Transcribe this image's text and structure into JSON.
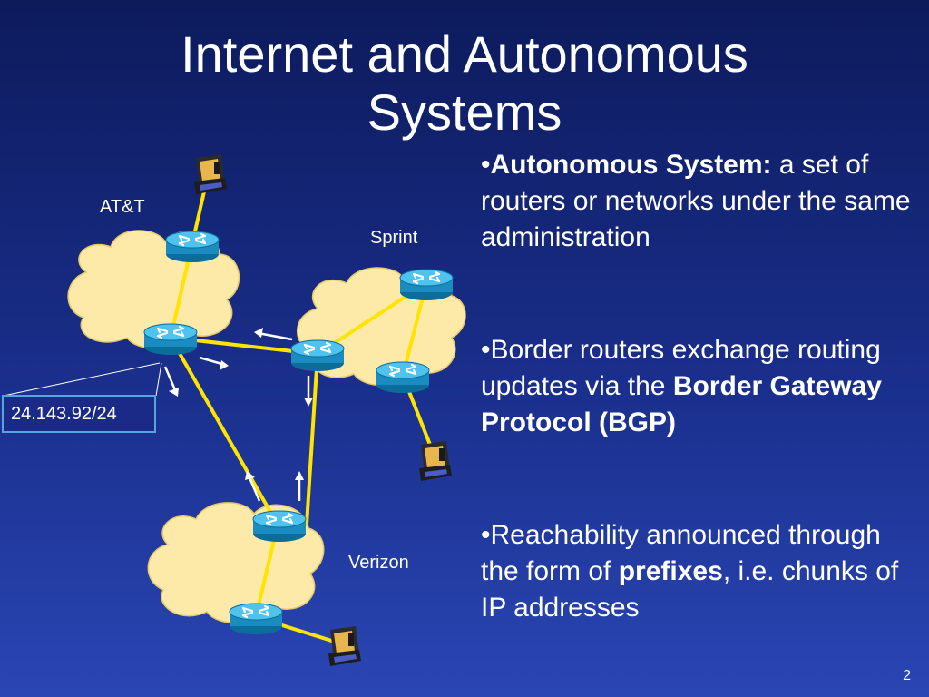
{
  "slide": {
    "title_line1": "Internet and Autonomous",
    "title_line2": "Systems",
    "page_number": "2"
  },
  "diagram": {
    "networks": [
      {
        "label": "AT&T"
      },
      {
        "label": "Sprint"
      },
      {
        "label": "Verizon"
      }
    ],
    "prefix": "24.143.92/24",
    "colors": {
      "cloud": "#fde9a8",
      "link": "#ffe400",
      "router": "#1e9ed6",
      "arrow": "#ffffff"
    },
    "icons": [
      "cloud-icon",
      "router-icon",
      "computer-icon",
      "arrow-icon"
    ]
  },
  "bullets": [
    {
      "marker": "•",
      "bold": "Autonomous System:",
      "text": " a set of routers or networks under the same administration"
    },
    {
      "marker": "•",
      "text": "Border routers exchange routing updates via the ",
      "bold": "Border Gateway Protocol (BGP)"
    },
    {
      "marker": "•",
      "text": "Reachability announced through the form of ",
      "bold": "prefixes",
      "text_after": ", i.e. chunks of IP addresses"
    }
  ]
}
